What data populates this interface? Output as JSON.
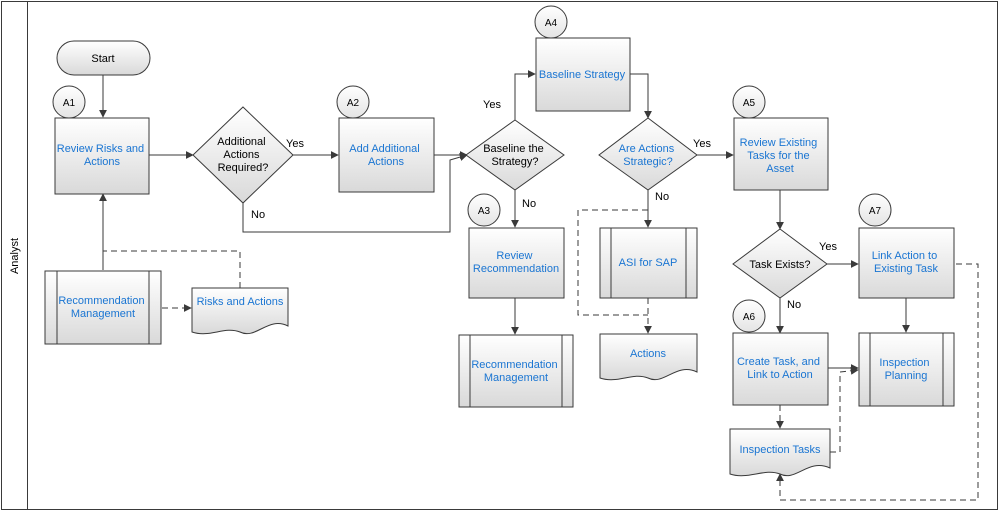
{
  "lane": {
    "label": "Analyst"
  },
  "nodes": {
    "start": "Start",
    "review_risks": [
      "Review Risks and",
      "Actions"
    ],
    "additional_required": [
      "Additional",
      "Actions",
      "Required?"
    ],
    "add_additional": [
      "Add Additional",
      "Actions"
    ],
    "baseline_decision": [
      "Baseline the",
      "Strategy?"
    ],
    "baseline_strategy": "Baseline Strategy",
    "review_recommendation": [
      "Review",
      "Recommendation"
    ],
    "rec_mgmt_bottom": [
      "Recommendation",
      "Management"
    ],
    "actions_strategic": [
      "Are Actions",
      "Strategic?"
    ],
    "asi_sap": "ASI for SAP",
    "actions_doc": "Actions",
    "review_existing": [
      "Review Existing",
      "Tasks for the",
      "Asset"
    ],
    "task_exists": "Task Exists?",
    "link_action": [
      "Link Action to",
      "Existing Task"
    ],
    "inspection_planning": [
      "Inspection",
      "Planning"
    ],
    "create_task": [
      "Create Task, and",
      "Link to Action"
    ],
    "inspection_tasks": "Inspection Tasks",
    "rec_mgmt_left": [
      "Recommendation",
      "Management"
    ],
    "risks_actions_doc": "Risks and Actions"
  },
  "badges": {
    "a1": "A1",
    "a2": "A2",
    "a3": "A3",
    "a4": "A4",
    "a5": "A5",
    "a6": "A6",
    "a7": "A7"
  },
  "edge_labels": {
    "yes_additional": "Yes",
    "no_additional": "No",
    "yes_baseline": "Yes",
    "no_baseline": "No",
    "yes_strategic": "Yes",
    "no_strategic": "No",
    "yes_task": "Yes",
    "no_task": "No"
  },
  "colors": {
    "link_text": "#1a75d2",
    "shape_top": "#ffffff",
    "shape_bottom": "#d9d9d9",
    "stroke": "#3a3a3a"
  }
}
